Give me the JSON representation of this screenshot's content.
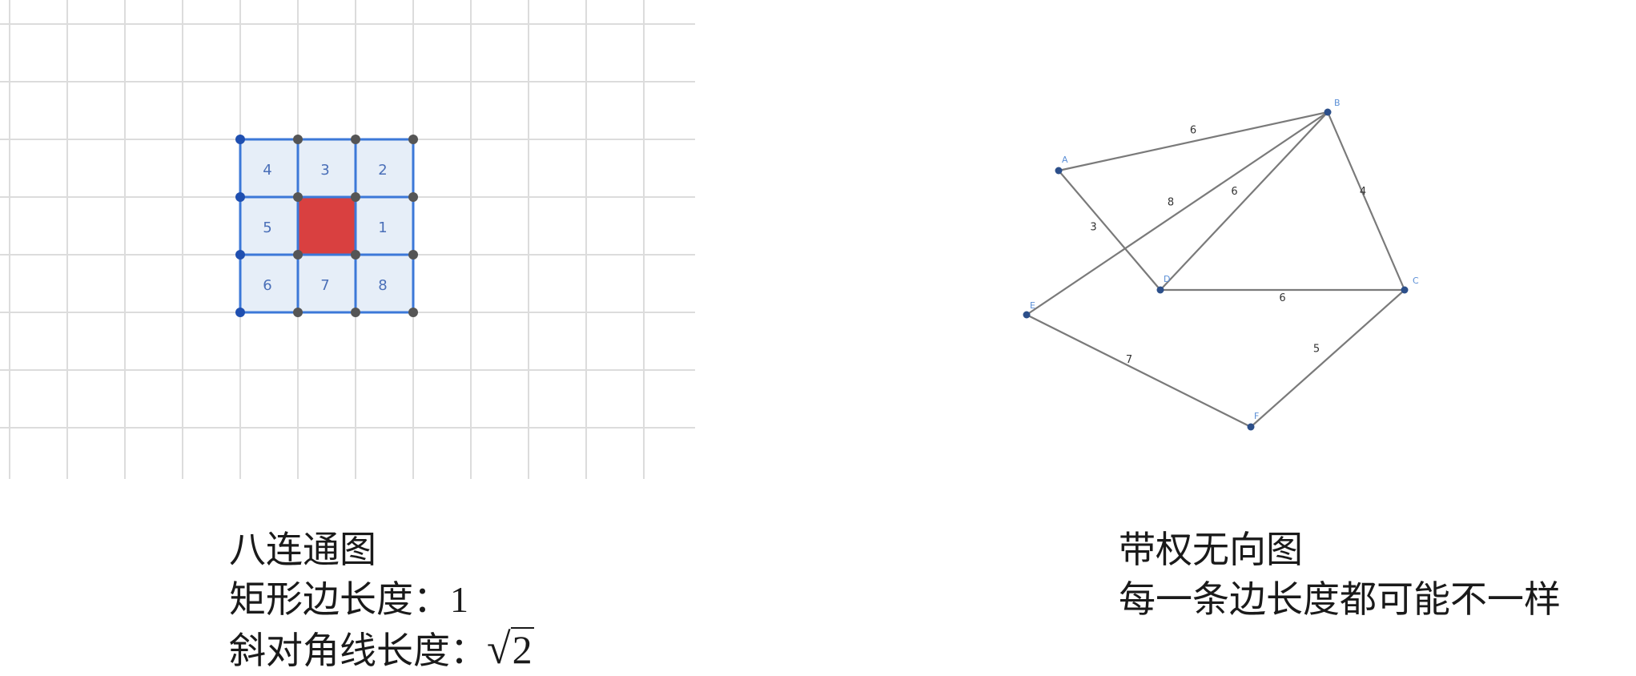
{
  "grid_figure": {
    "cell_labels": [
      "4",
      "3",
      "2",
      "5",
      "1",
      "6",
      "7",
      "8"
    ],
    "colors": {
      "grid_line": "#dcdcdc",
      "cell_fill": "#e6eef8",
      "cell_border": "#3c78d8",
      "center_fill": "#d94040",
      "corner_blue": "#1f4fb0",
      "corner_gray": "#555555",
      "label": "#4a6fb8"
    }
  },
  "graph_figure": {
    "nodes": [
      {
        "id": "A",
        "label": "A"
      },
      {
        "id": "B",
        "label": "B"
      },
      {
        "id": "C",
        "label": "C"
      },
      {
        "id": "D",
        "label": "D"
      },
      {
        "id": "E",
        "label": "E"
      },
      {
        "id": "F",
        "label": "F"
      }
    ],
    "edges": [
      {
        "from": "A",
        "to": "B",
        "weight": "6"
      },
      {
        "from": "A",
        "to": "D",
        "weight": "3"
      },
      {
        "from": "E",
        "to": "B",
        "weight": "8"
      },
      {
        "from": "D",
        "to": "B",
        "weight": "6"
      },
      {
        "from": "B",
        "to": "C",
        "weight": "4"
      },
      {
        "from": "D",
        "to": "C",
        "weight": "6"
      },
      {
        "from": "E",
        "to": "F",
        "weight": "7"
      },
      {
        "from": "F",
        "to": "C",
        "weight": "5"
      }
    ],
    "colors": {
      "edge": "#7a7a7a",
      "node": "#2c4f8a",
      "node_label": "#5b8fd6",
      "weight_label": "#333333"
    }
  },
  "left_caption": {
    "line1": "八连通图",
    "line2_text": "矩形边长度：",
    "line2_value": "1",
    "line3_text": "斜对角线长度：",
    "line3_radical": "√",
    "line3_value": "2"
  },
  "right_caption": {
    "line1": "带权无向图",
    "line2": "每一条边长度都可能不一样"
  }
}
